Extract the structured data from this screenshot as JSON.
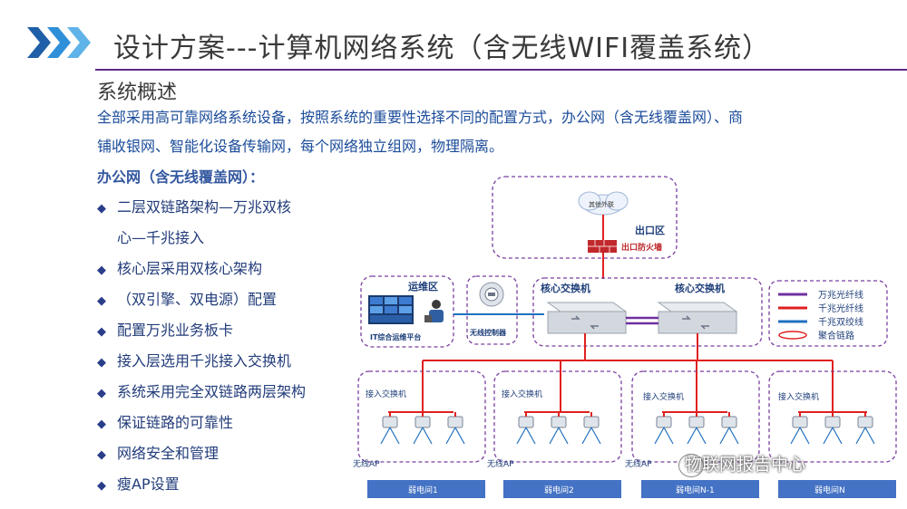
{
  "title": "设计方案---计算机网络系统（含无线WIFI覆盖系统）",
  "section_title": "系统概述",
  "intro_lines": [
    "全部采用高可靠网络系统设备，按照系统的重要性选择不同的配置方式，办公网（含无线覆盖网）、商",
    "铺收银网、智能化设备传输网，每个网络独立组网，物理隔离。"
  ],
  "subheading": "办公网（含无线覆盖网）：",
  "bullets": [
    "二层双链路架构—万兆双核",
    "心—千兆接入",
    "核心层采用双核心架构",
    "（双引擎、双电源）配置",
    "配置万兆业务板卡",
    "接入层选用千兆接入交换机",
    "系统采用完全双链路两层架构",
    "保证链路的可靠性",
    "网络安全和管理",
    "瘦AP设置"
  ],
  "diagram": {
    "cloud_label": "其他外联",
    "exit_zone": "出口区",
    "firewall": "出口防火墙",
    "ops_zone": "运维区",
    "ops_platform": "IT综合运维平台",
    "wireless_controller": "无线控制器",
    "core_switch_1": "核心交换机",
    "core_switch_2": "核心交换机",
    "legend": [
      {
        "label": "万兆光纤线",
        "color": "#7030a0"
      },
      {
        "label": "千兆光纤线",
        "color": "#e02020"
      },
      {
        "label": "千兆双绞线",
        "color": "#2070c0"
      },
      {
        "label": "聚合链路",
        "color": "#e02020"
      }
    ],
    "access_label": "接入交换机",
    "ap_label": "无线AP",
    "rooms": [
      "弱电间1",
      "弱电间2",
      "弱电间N-1",
      "弱电间N"
    ]
  },
  "watermark": "物联网报告中心",
  "colors": {
    "title_rule": "#5c2a8a",
    "chevron": "#2f8fd8",
    "room_bar": "#4472c4"
  }
}
